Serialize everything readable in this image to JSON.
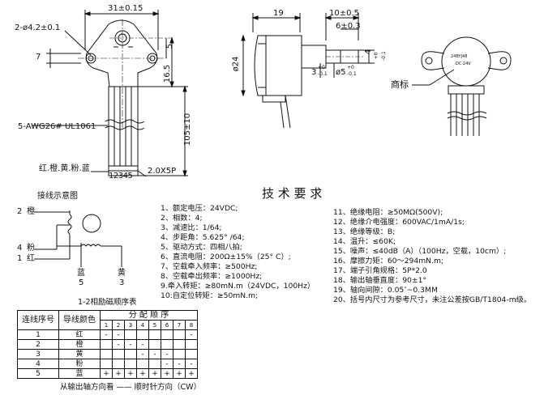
{
  "drawing": {
    "dims": {
      "width_top": "31±0.15",
      "holes": "2-ø4.2±0.1",
      "dim_5": "5",
      "dim_7": "7",
      "dim_165": "16.5",
      "cable": "5-AWG26# UL1061",
      "length": "105±10",
      "pitch": "2.0X5P",
      "pins": "12345",
      "wire_colors": "红.橙.黄.粉.蓝",
      "side_19": "19",
      "side_10": "10±0.5",
      "side_6": "6±0.3",
      "dia_24": "ø24",
      "flat_3": "3",
      "tol_3_up": "+0",
      "tol_3_dn": "-0.1",
      "shaft_dia": "ø5",
      "tol_5_up": "+0",
      "tol_5_dn": "-0.1",
      "flat_4": "4",
      "tol_4_up": "+0",
      "tol_4_dn": "-0.1",
      "brand_label": "商标",
      "stamp_line1": "24BYJ48",
      "stamp_line2": "DC 24V"
    },
    "wiring": {
      "title": "接线示意图",
      "p2": "2",
      "p2_color": "橙",
      "p4": "4",
      "p4_color": "粉",
      "p1": "1",
      "p1_color": "红",
      "b_color": "蓝",
      "b_num": "5",
      "y_color": "黄",
      "y_num": "3",
      "caption": "1-2相励磁顺序表"
    }
  },
  "spec": {
    "title": "技 术 要 求",
    "left": [
      "1、额定电压：24VDC;",
      "2、相数：4;",
      "3、减速比：1/64;",
      "4、步距角：5.625° /64;",
      "5、驱动方式：四相八拍;",
      "6、直流电阻：200Ω±15%（25° C）;",
      "7、空载牵入频率：≥500Hz;",
      "8、空载牵出频率：≥1000Hz;",
      "9.牵入转矩：≥80mN.m（24VDC，100Hz）",
      "10:自定位转矩：≥50mN.m;"
    ],
    "right": [
      "11、绝缘电阻：≥50MΩ(500V);",
      "12、绝缘介电强度：600VAC/1mA/1s;",
      "13、绝缘等级：B;",
      "14、温升：≤60K;",
      "15、噪声：≤40dB（A）（100Hz，空载，10cm）;",
      "16、摩擦力矩：60～294mN.m;",
      "17、端子引角规格：5P*2.0",
      "18、输出轴垂直度：90±1°",
      "19、轴向间隙：0.05″~0.3MM",
      "20、括号内尺寸为参考尺寸，未注公差按GB/T1804-m级。"
    ]
  },
  "table": {
    "h_seq": "连线序号",
    "h_color": "导线颜色",
    "h_order": "分 配 顺 序",
    "steps": [
      "1",
      "2",
      "3",
      "4",
      "5",
      "6",
      "7",
      "8"
    ],
    "rows": [
      {
        "no": "1",
        "color": "红",
        "cells": [
          "-",
          "-",
          "",
          "",
          "",
          "",
          "",
          "-"
        ]
      },
      {
        "no": "2",
        "color": "橙",
        "cells": [
          "",
          "-",
          "-",
          "-",
          "",
          "",
          "",
          ""
        ]
      },
      {
        "no": "3",
        "color": "黄",
        "cells": [
          "",
          "",
          "",
          "-",
          "-",
          "-",
          "",
          ""
        ]
      },
      {
        "no": "4",
        "color": "粉",
        "cells": [
          "",
          "",
          "",
          "",
          "",
          "-",
          "-",
          "-"
        ]
      },
      {
        "no": "5",
        "color": "蓝",
        "cells": [
          "+",
          "+",
          "+",
          "+",
          "+",
          "+",
          "+",
          "+"
        ]
      }
    ],
    "footer": "从输出轴方向看 —— 顺时针方向（CW）"
  }
}
